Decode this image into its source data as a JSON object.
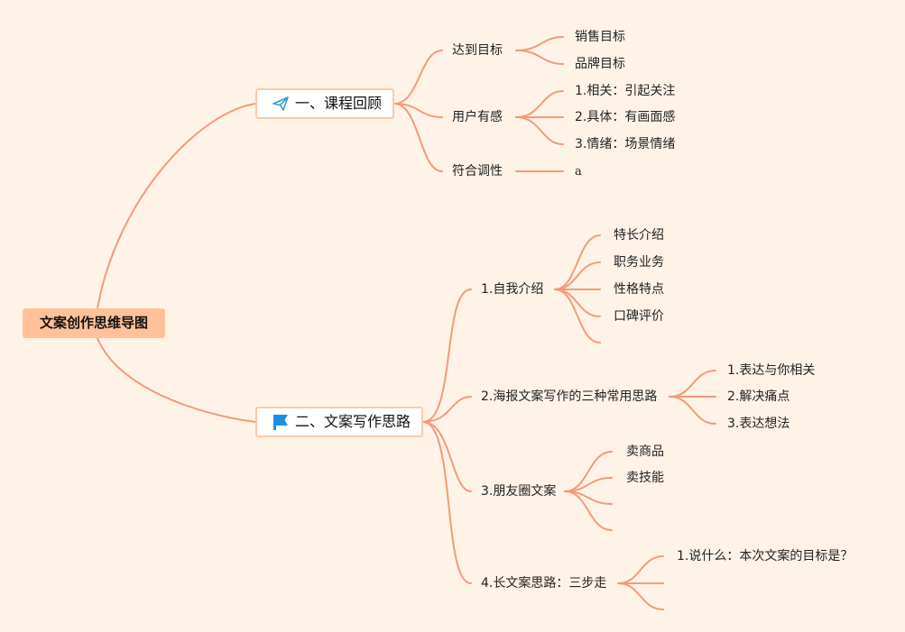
{
  "root": {
    "label": "文案创作思维导图"
  },
  "sections": [
    {
      "label": "一、课程回顾",
      "icon": "paper-plane-icon",
      "children": [
        {
          "label": "达到目标",
          "children": [
            {
              "label": "销售目标"
            },
            {
              "label": "品牌目标"
            }
          ]
        },
        {
          "label": "用户有感",
          "children": [
            {
              "label": "1.相关：引起关注"
            },
            {
              "label": "2.具体：有画面感"
            },
            {
              "label": "3.情绪：场景情绪"
            }
          ]
        },
        {
          "label": "符合调性",
          "children": [
            {
              "label": "a"
            }
          ]
        }
      ]
    },
    {
      "label": "二、文案写作思路",
      "icon": "flag-icon",
      "children": [
        {
          "label": "1.自我介绍",
          "children": [
            {
              "label": "特长介绍"
            },
            {
              "label": "职务业务"
            },
            {
              "label": "性格特点"
            },
            {
              "label": "口碑评价"
            },
            {
              "label": ""
            }
          ]
        },
        {
          "label": "2.海报文案写作的三种常用思路",
          "children": [
            {
              "label": "1.表达与你相关"
            },
            {
              "label": "2.解决痛点"
            },
            {
              "label": "3.表达想法"
            }
          ]
        },
        {
          "label": "3.朋友圈文案",
          "children": [
            {
              "label": "卖商品"
            },
            {
              "label": "卖技能"
            },
            {
              "label": ""
            },
            {
              "label": ""
            }
          ]
        },
        {
          "label": "4.长文案思路：三步走",
          "children": [
            {
              "label": "1.说什么：本次文案的目标是？"
            },
            {
              "label": ""
            },
            {
              "label": ""
            }
          ]
        }
      ]
    }
  ],
  "colors": {
    "line": "#f59a78",
    "root_fill": "#ffc19a",
    "background": "#fff3e8",
    "plane_icon": "#2f9bd6",
    "flag_icon": "#1d8fe3"
  }
}
